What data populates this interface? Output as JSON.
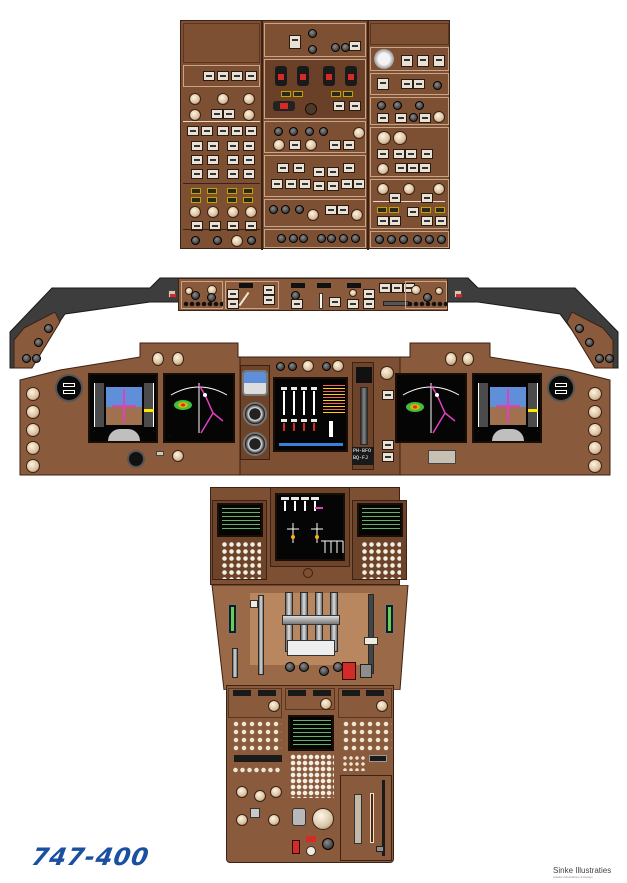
{
  "poster": {
    "title": "747-400",
    "credit": {
      "name": "Sinke Illustraties",
      "subline": "Aviation Illustrations & Design",
      "accent_letter": "i"
    },
    "registration_placard": [
      "PH-BFO",
      "BQ-FJ"
    ]
  },
  "colors": {
    "panel_brown": "#8a5a3c",
    "panel_edge": "#3b2215",
    "glareshield_grey": "#3d3d3d",
    "title_blue": "#1b4fa0",
    "display_black": "#050505",
    "sky_blue": "#5f8fd8",
    "ground_brown": "#a0714e",
    "magenta": "#e040c0",
    "green": "#3fbf3f",
    "amber": "#ffb000",
    "warning_red": "#d32a2a"
  },
  "sections": {
    "overhead_panel": {
      "label": "overhead-panel"
    },
    "glareshield_mcp": {
      "label": "mode-control-panel"
    },
    "main_instrument_panel": {
      "displays": [
        "captain-pfd",
        "captain-nd",
        "upper-eicas",
        "fo-nd",
        "fo-pfd"
      ],
      "standby_instruments": [
        "standby-attitude",
        "standby-airspeed",
        "standby-altimeter"
      ]
    },
    "center_pedestal": {
      "displays": [
        "left-cdu",
        "lower-eicas",
        "right-cdu",
        "center-cdu"
      ],
      "controls": [
        "speedbrake-lever",
        "thrust-levers",
        "flap-lever",
        "fuel-control-switches",
        "stab-trim"
      ]
    }
  }
}
